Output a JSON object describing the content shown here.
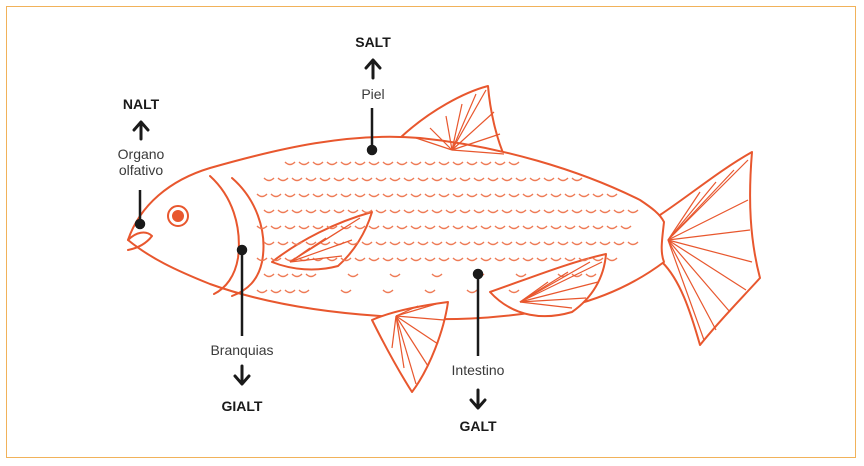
{
  "colors": {
    "fish_stroke": "#e8572e",
    "fish_scale": "#ee7a55",
    "frame_border": "#f1b25a",
    "label_text": "#333333",
    "marker": "#1a1a1a"
  },
  "labels": {
    "olfactory": {
      "organ": "Organo\nolfativo",
      "gene": "NALT",
      "direction": "up"
    },
    "skin": {
      "organ": "Piel",
      "gene": "SALT",
      "direction": "up"
    },
    "gills": {
      "organ": "Branquias",
      "gene": "GIALT",
      "direction": "down"
    },
    "intestine": {
      "organ": "Intestino",
      "gene": "GALT",
      "direction": "down"
    }
  }
}
